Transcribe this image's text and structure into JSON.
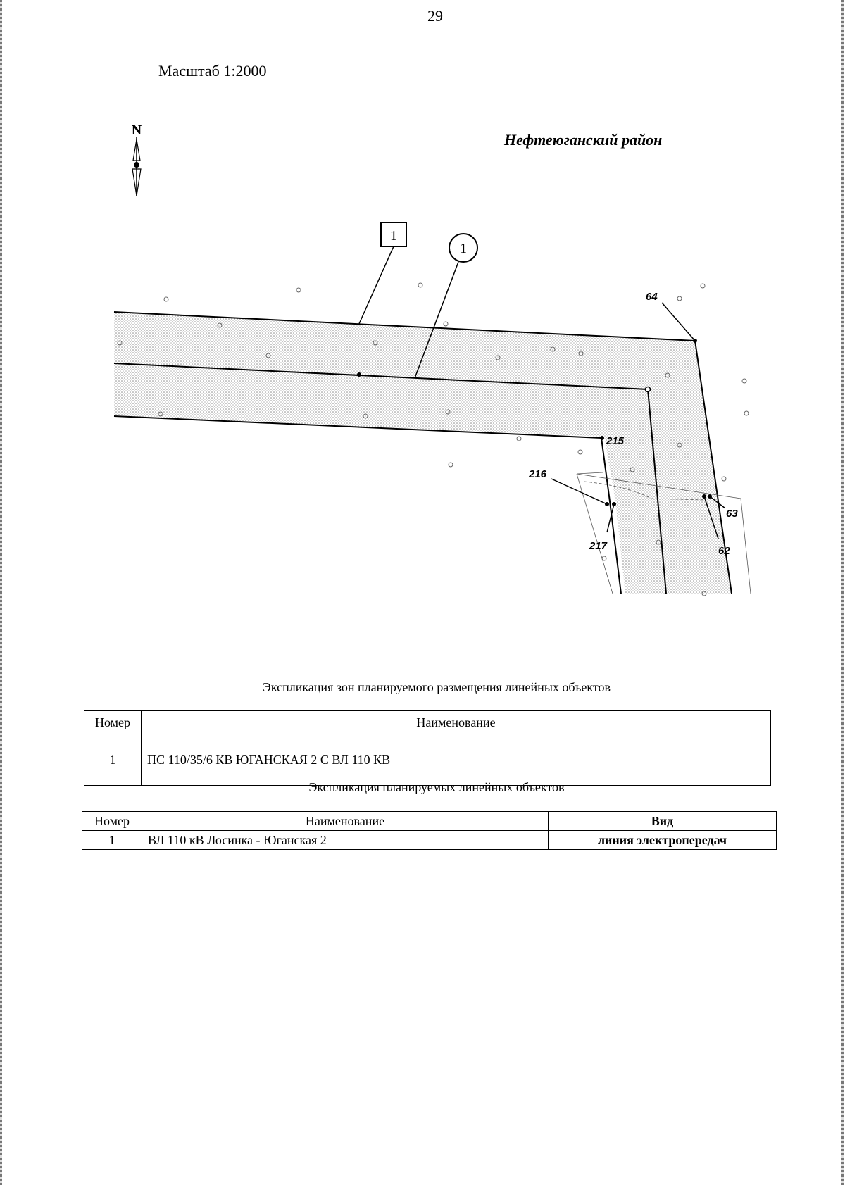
{
  "page_number": "29",
  "scale": "Масштаб 1:2000",
  "district": "Нефтеюганский район",
  "map": {
    "north_label": "N",
    "zone_marker": "1",
    "object_marker": "1",
    "points": [
      "64",
      "215",
      "216",
      "217",
      "62",
      "63"
    ]
  },
  "zones_explication": {
    "caption": "Экспликация зон планируемого размещения линейных объектов",
    "headers": [
      "Номер",
      "Наименование"
    ],
    "rows": [
      [
        "1",
        "ПС 110/35/6 КВ ЮГАНСКАЯ 2 С ВЛ 110 КВ"
      ]
    ]
  },
  "objects_explication": {
    "caption": "Экспликация планируемых линейных объектов",
    "headers": [
      "Номер",
      "Наименование",
      "Вид"
    ],
    "rows": [
      [
        "1",
        "ВЛ 110 кВ Лосинка - Юганская 2",
        "линия электропередач"
      ]
    ]
  }
}
